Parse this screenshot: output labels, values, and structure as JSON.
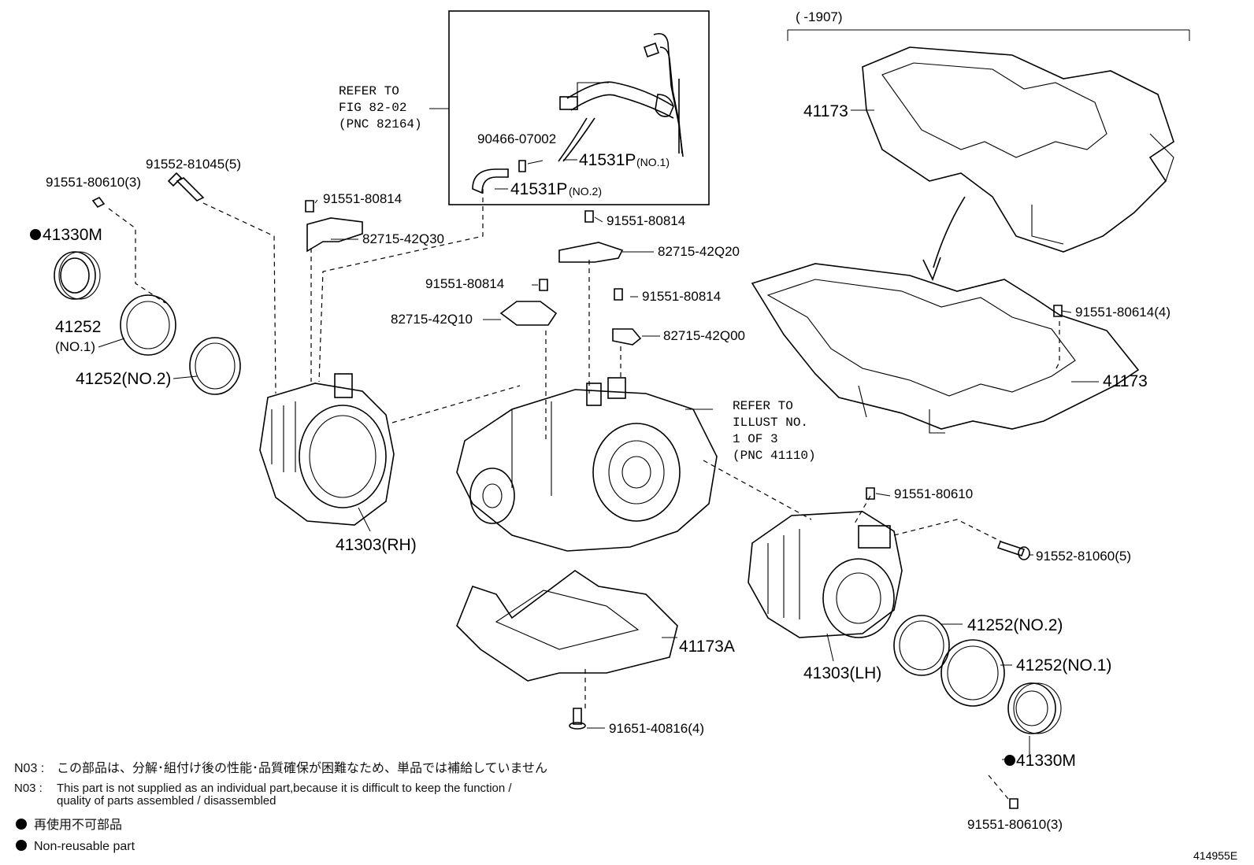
{
  "diagram": {
    "date_range": "(      -1907)",
    "refer_fig": [
      "REFER TO",
      "FIG 82-02",
      "(PNC 82164)"
    ],
    "refer_illust": [
      "REFER TO",
      "ILLUST NO.",
      "1 OF 3",
      "(PNC 41110)"
    ],
    "figure_id": "414955E",
    "parts": {
      "p_90466": "90466-07002",
      "p_41531_1_num": "41531P",
      "p_41531_1_sfx": "(NO.1)",
      "p_41531_2_num": "41531P",
      "p_41531_2_sfx": "(NO.2)",
      "p_91552_45": "91552-81045(5)",
      "p_91551_610_3_top": "91551-80610(3)",
      "p_41330M_left": "41330M",
      "p_41252_no1_left": "41252",
      "p_41252_no1_left_sfx": "(NO.1)",
      "p_41252_no2_left": "41252(NO.2)",
      "p_91551_814_a": "91551-80814",
      "p_82715_q30": "82715-42Q30",
      "p_91551_814_b": "91551-80814",
      "p_82715_q20": "82715-42Q20",
      "p_91551_814_c": "91551-80814",
      "p_82715_q10": "82715-42Q10",
      "p_91551_814_d": "91551-80814",
      "p_82715_q00": "82715-42Q00",
      "p_41173_top": "41173",
      "p_91551_614": "91551-80614(4)",
      "p_41173_mid": "41173",
      "p_41303_rh": "41303(RH)",
      "p_91551_610": "91551-80610",
      "p_91552_60": "91552-81060(5)",
      "p_41173A": "41173A",
      "p_41303_lh": "41303(LH)",
      "p_41252_no2_right": "41252(NO.2)",
      "p_41252_no1_right": "41252(NO.1)",
      "p_41330M_right": "41330M",
      "p_91651": "91651-40816(4)",
      "p_91551_610_3_bot": "91551-80610(3)"
    }
  },
  "notes": {
    "n03_jp_code": "N03 :",
    "n03_jp": "この部品は、分解･組付け後の性能･品質確保が困難なため、単品では補給していません",
    "n03_en_code": "N03 :",
    "n03_en_1": "This part is not supplied as an individual part,because it is difficult to keep the function /",
    "n03_en_2": "quality of parts assembled / disassembled",
    "legend_jp": "再使用不可部品",
    "legend_en": "Non-reusable part"
  }
}
